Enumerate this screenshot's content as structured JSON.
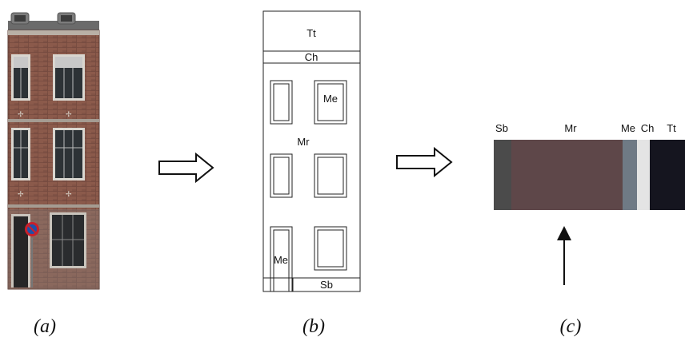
{
  "panels": {
    "a": {
      "caption": "(a)"
    },
    "b": {
      "caption": "(b)",
      "labels": {
        "top": "Tt",
        "cornice": "Ch",
        "wall": "Mr",
        "window": "Me",
        "door": "Me",
        "base": "Sb"
      }
    },
    "c": {
      "caption": "(c)",
      "segments": [
        {
          "label": "Sb",
          "color": "#4b4b4b"
        },
        {
          "label": "Mr",
          "color": "#5e4749"
        },
        {
          "label": "Me",
          "color": "#6f7a85"
        },
        {
          "label": "Ch",
          "color": "#e4e4e4"
        },
        {
          "label": "Tt",
          "color": "#15151f"
        }
      ]
    }
  }
}
